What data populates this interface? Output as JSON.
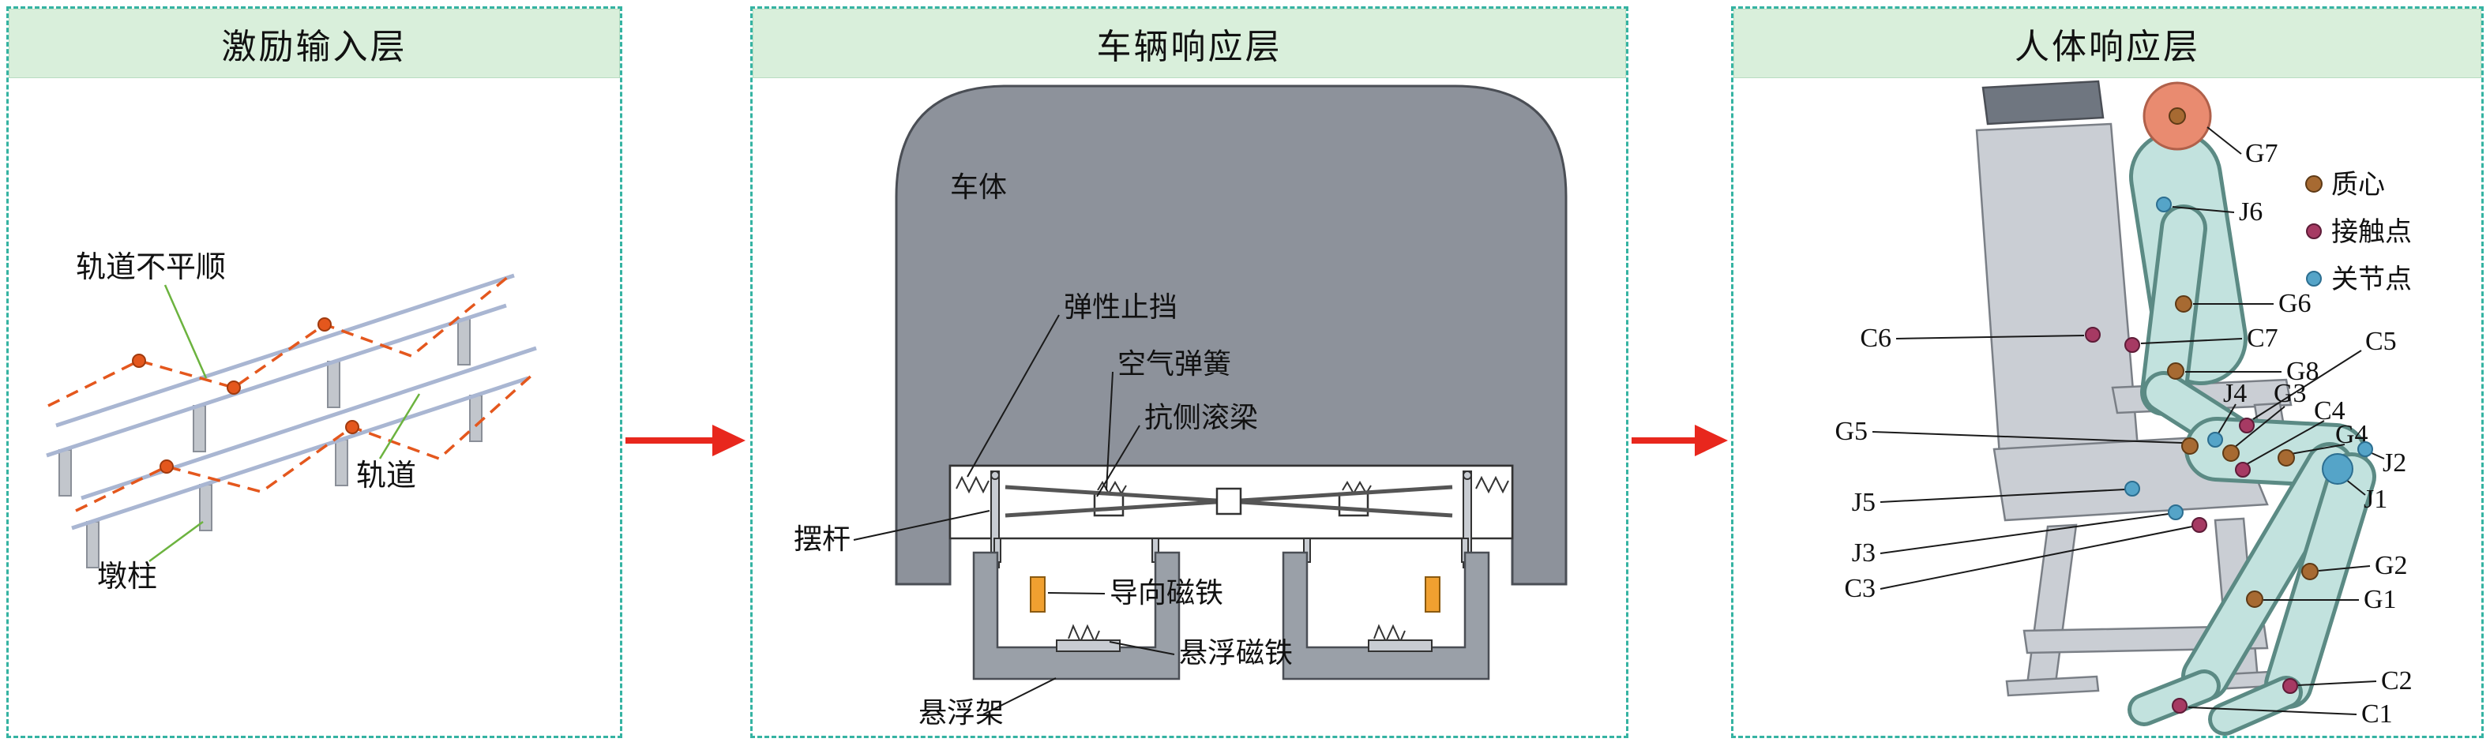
{
  "panels": {
    "excitation": {
      "title": "激励输入层",
      "labels": {
        "irregularity": "轨道不平顺",
        "track": "轨道",
        "pier": "墩柱"
      }
    },
    "vehicle": {
      "title": "车辆响应层",
      "labels": {
        "car_body": "车体",
        "elastic_stop": "弹性止挡",
        "air_spring": "空气弹簧",
        "anti_roll_beam": "抗侧滚梁",
        "pendulum_rod": "摆杆",
        "guidance_magnet": "导向磁铁",
        "levitation_magnet": "悬浮磁铁",
        "levitation_frame": "悬浮架"
      }
    },
    "human": {
      "title": "人体响应层",
      "legend": [
        {
          "id": "mass",
          "label": "质心",
          "color": "#a76a32"
        },
        {
          "id": "contact",
          "label": "接触点",
          "color": "#a63a63"
        },
        {
          "id": "joint",
          "label": "关节点",
          "color": "#55a4c8"
        }
      ],
      "points": [
        {
          "id": "G7",
          "type": "mass"
        },
        {
          "id": "J6",
          "type": "joint"
        },
        {
          "id": "G6",
          "type": "mass"
        },
        {
          "id": "C6",
          "type": "contact"
        },
        {
          "id": "C7",
          "type": "contact"
        },
        {
          "id": "G8",
          "type": "mass"
        },
        {
          "id": "C5",
          "type": "contact"
        },
        {
          "id": "G5",
          "type": "mass"
        },
        {
          "id": "J4",
          "type": "joint"
        },
        {
          "id": "G3",
          "type": "mass"
        },
        {
          "id": "C4",
          "type": "contact"
        },
        {
          "id": "G4",
          "type": "mass"
        },
        {
          "id": "J2",
          "type": "joint"
        },
        {
          "id": "J1",
          "type": "joint"
        },
        {
          "id": "J5",
          "type": "joint"
        },
        {
          "id": "J3",
          "type": "joint"
        },
        {
          "id": "C3",
          "type": "contact"
        },
        {
          "id": "G2",
          "type": "mass"
        },
        {
          "id": "G1",
          "type": "mass"
        },
        {
          "id": "C2",
          "type": "contact"
        },
        {
          "id": "C1",
          "type": "contact"
        }
      ]
    }
  },
  "colors": {
    "panel_border": "#35b3a2",
    "header_bg": "#d9efdb",
    "flow_arrow": "#e8271d",
    "rail": "#a9b6d2",
    "irregularity_dash": "#e4571d",
    "green_leader": "#6cb33f",
    "car_body": "#8d929b",
    "magnet": "#f0a030",
    "human_body": "#c2e2de",
    "head": "#e98b70",
    "seat": "#caced4",
    "mass_point": "#a76a32",
    "contact_point": "#a63a63",
    "joint_point": "#55a4c8"
  }
}
